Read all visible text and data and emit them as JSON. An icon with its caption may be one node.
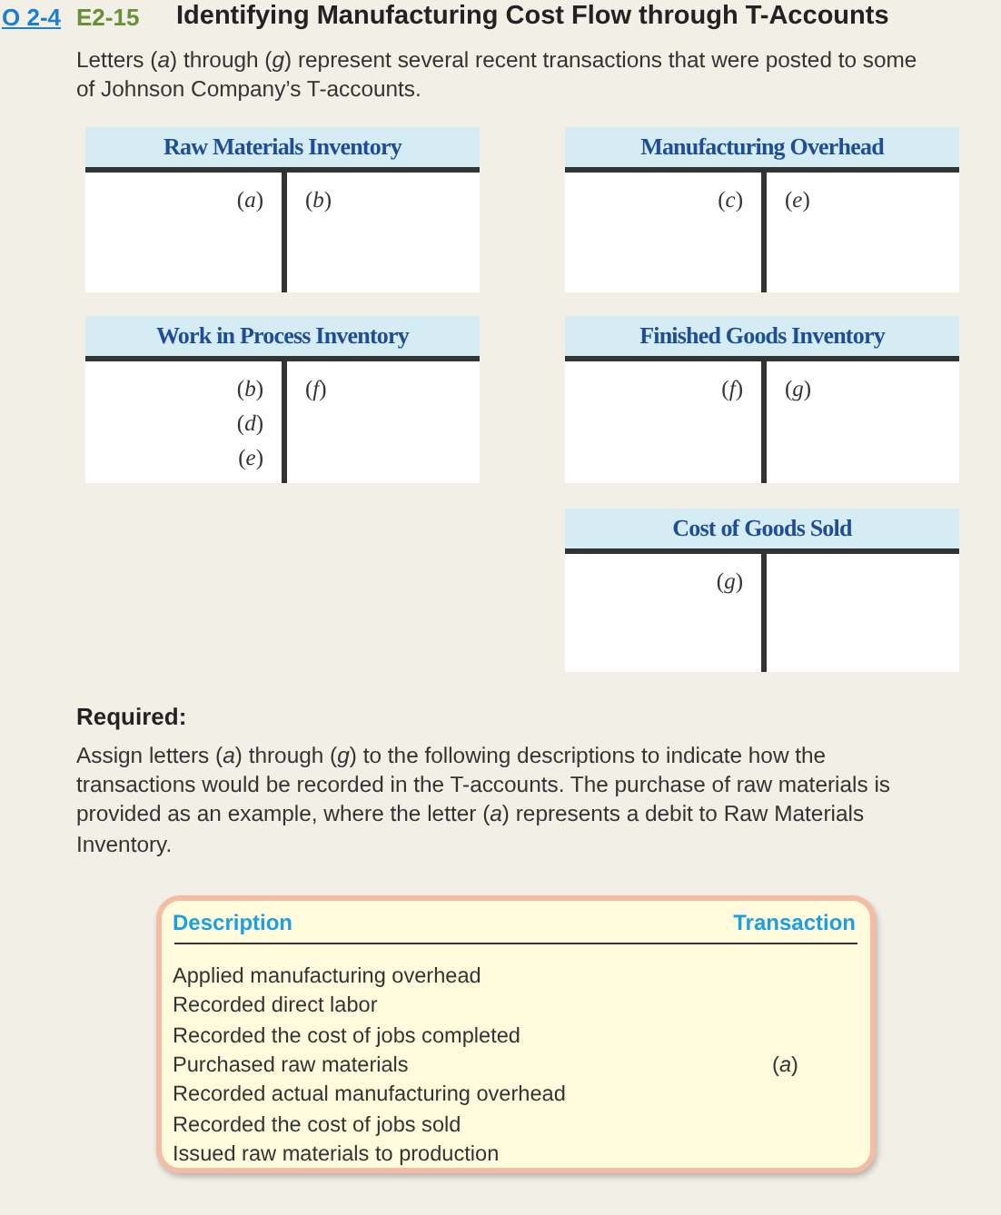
{
  "diagram": {
    "title": "Identifying Manufacturing Cost Flow through T-Accounts",
    "nodes": [
      {
        "text": [
          "Raw Materials Inventory"
        ]
      },
      {
        "text": [
          "(*a*)"
        ],
        "in": 0
      },
      {
        "text": [
          "(*b*)"
        ],
        "in": 0
      },
      {
        "text": [
          "Manufacturing Overhead"
        ]
      },
      {
        "text": [
          "(*c*)"
        ],
        "in": 3
      },
      {
        "text": [
          "(*e*)"
        ],
        "in": 3
      },
      {
        "text": [
          "Work in Process Inventory"
        ]
      },
      {
        "text": [
          "(*b*)",
          "(*d*)",
          "(*e*)"
        ],
        "in": 6
      },
      {
        "text": [
          "(*f*)"
        ],
        "in": 6
      },
      {
        "text": [
          "Finished Goods Inventory"
        ]
      },
      {
        "text": [
          "(*f*)"
        ],
        "in": 9
      },
      {
        "text": [
          "(*g*)"
        ],
        "in": 9
      },
      {
        "text": [
          "Cost of Goods Sold"
        ]
      },
      {
        "text": [
          "(*g*)"
        ],
        "in": 12
      }
    ],
    "labels": [
      "O 2-4",
      "E2-15",
      "Letters (*a*) through (*g*) represent several recent transactions that were posted to some of Johnson Company’s T-accounts.",
      "Required:",
      "Assign letters (*a*) through (*g*) to the following descriptions to indicate how the transactions would be recorded in the T-accounts. The purchase of raw materials is provided as an example, where the letter (*a*) represents a debit to Raw Materials Inventory.",
      "Description",
      "Transaction",
      "Applied manufacturing overhead",
      "Recorded direct labor",
      "Recorded the cost of jobs completed",
      "Purchased raw materials",
      "(*a*)",
      "Recorded actual manufacturing overhead",
      "Recorded the cost of jobs sold",
      "Issued raw materials to production"
    ]
  }
}
